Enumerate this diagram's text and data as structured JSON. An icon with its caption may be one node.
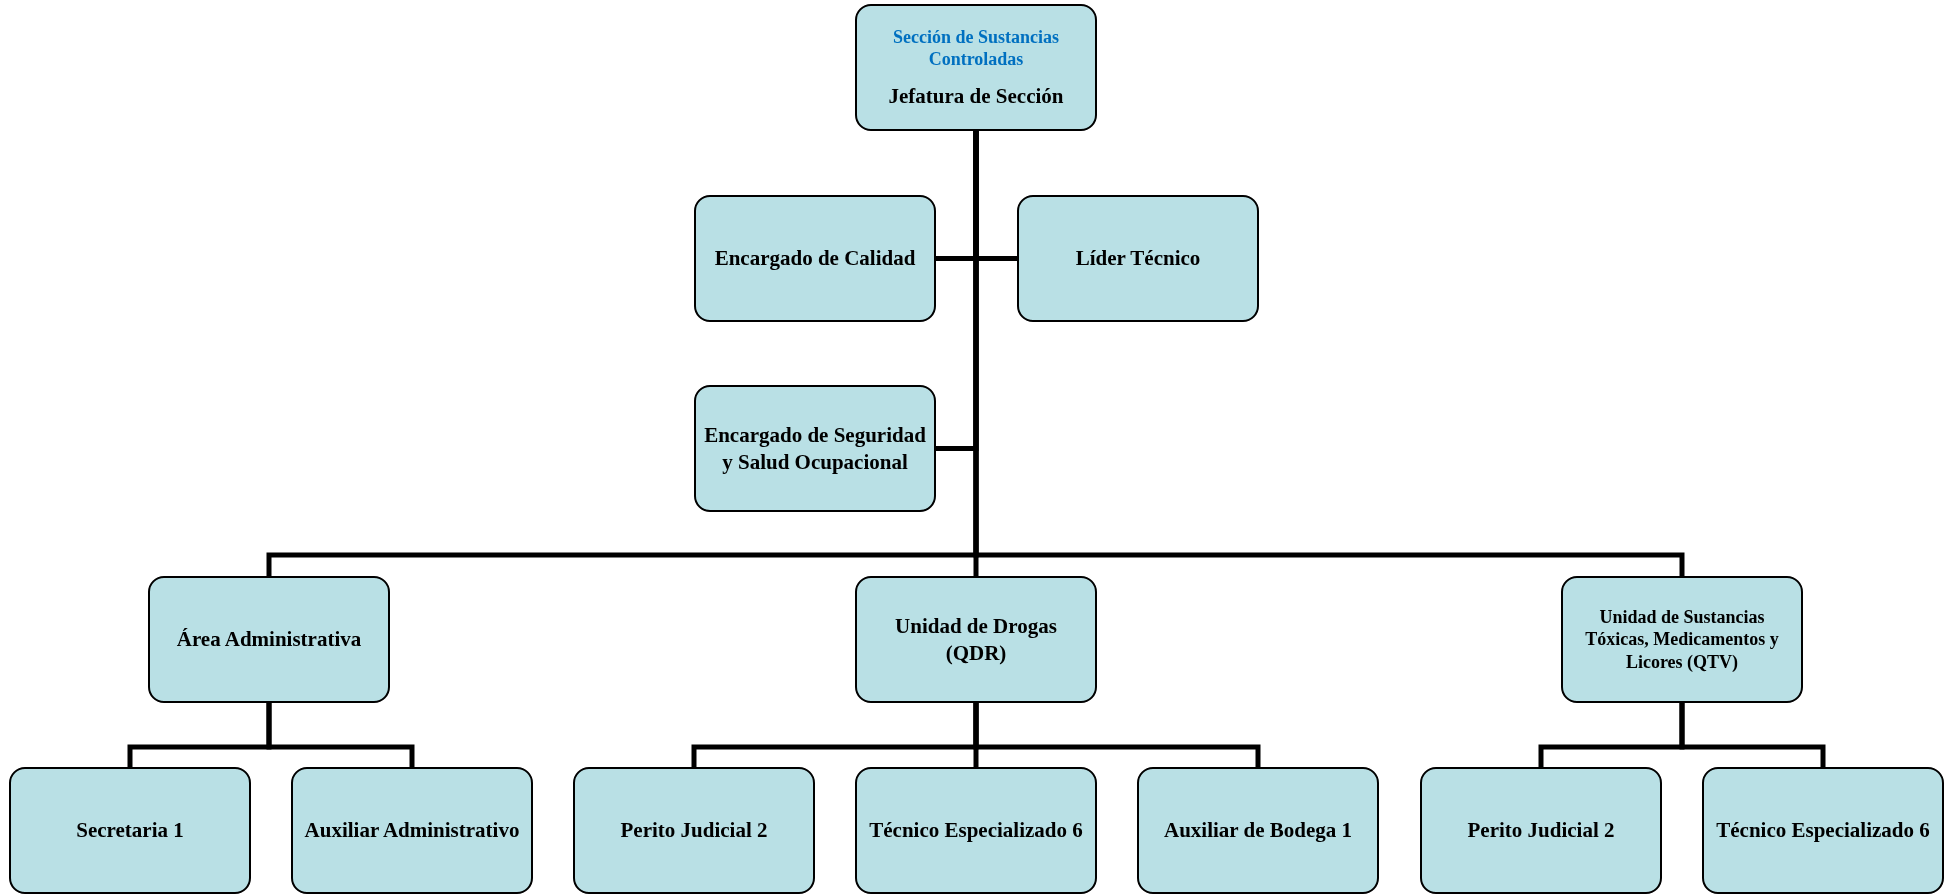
{
  "diagram": {
    "nodes": [
      {
        "text": [
          "Sección de Sustancias Controladas",
          "Jefatura de Sección"
        ]
      },
      {
        "text": [
          "Encargado de Calidad"
        ]
      },
      {
        "text": [
          "Líder Técnico"
        ]
      },
      {
        "text": [
          "Encargado de Seguridad y Salud Ocupacional"
        ]
      },
      {
        "text": [
          "Área Administrativa"
        ]
      },
      {
        "text": [
          "Unidad de Drogas (QDR)"
        ]
      },
      {
        "text": [
          "Unidad de Sustancias Tóxicas, Medicamentos y Licores (QTV)"
        ]
      },
      {
        "text": [
          "Secretaria 1"
        ]
      },
      {
        "text": [
          "Auxiliar Administrativo"
        ]
      },
      {
        "text": [
          "Perito Judicial 2"
        ]
      },
      {
        "text": [
          "Técnico Especializado 6"
        ]
      },
      {
        "text": [
          "Auxiliar de Bodega 1"
        ]
      },
      {
        "text": [
          "Perito Judicial 2"
        ]
      },
      {
        "text": [
          "Técnico Especializado 6"
        ]
      }
    ],
    "edges": [
      {
        "from": 0,
        "to": 1,
        "arrow": "none"
      },
      {
        "from": 0,
        "to": 2,
        "arrow": "none"
      },
      {
        "from": 0,
        "to": 3,
        "arrow": "none"
      },
      {
        "from": 0,
        "to": 4,
        "arrow": "none"
      },
      {
        "from": 0,
        "to": 5,
        "arrow": "none"
      },
      {
        "from": 0,
        "to": 6,
        "arrow": "none"
      },
      {
        "from": 4,
        "to": 7,
        "arrow": "none"
      },
      {
        "from": 4,
        "to": 8,
        "arrow": "none"
      },
      {
        "from": 5,
        "to": 9,
        "arrow": "none"
      },
      {
        "from": 5,
        "to": 10,
        "arrow": "none"
      },
      {
        "from": 5,
        "to": 11,
        "arrow": "none"
      },
      {
        "from": 6,
        "to": 12,
        "arrow": "none"
      },
      {
        "from": 6,
        "to": 13,
        "arrow": "none"
      }
    ]
  }
}
